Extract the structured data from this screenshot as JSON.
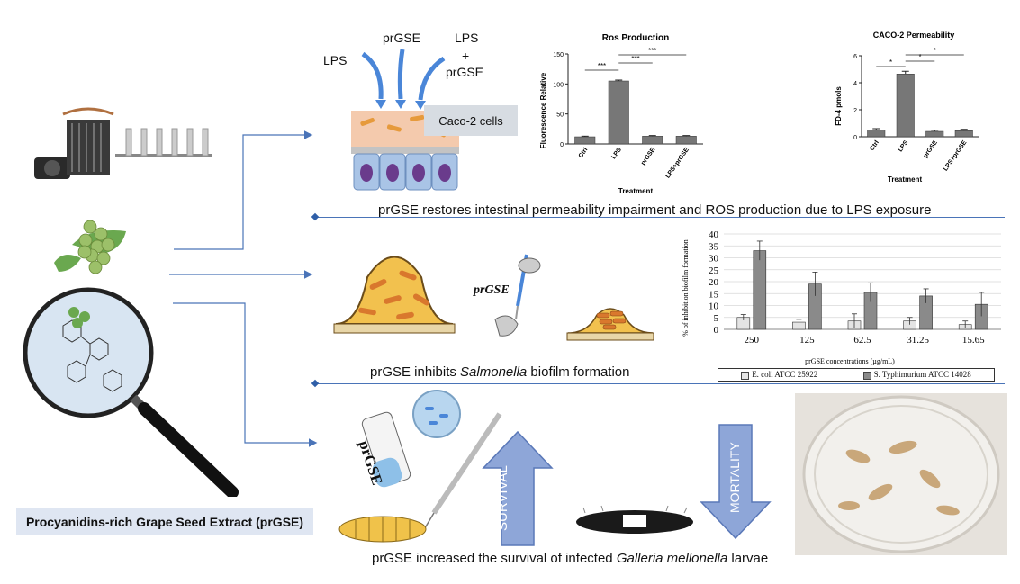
{
  "captions": {
    "row1": "prGSE restores intestinal permeability impairment and ROS production due to LPS exposure",
    "row2_pre": "prGSE inhibits ",
    "row2_em": "Salmonella",
    "row2_post": " biofilm formation",
    "row3_pre": "prGSE increased the survival of infected ",
    "row3_em": "Galleria mellonella",
    "row3_post": " larvae"
  },
  "title_box": "Procyanidins-rich Grape Seed Extract (prGSE)",
  "labels": {
    "lps": "LPS",
    "prgse": "prGSE",
    "lps_plus": "LPS",
    "plus": "+",
    "lps_plus_prgse": "prGSE",
    "caco_cells": "Caco-2 cells",
    "prgse_pipette": "prGSE",
    "prgse_tube": "prGSE",
    "survival": "SURVIVAL",
    "mortality": "MORTALITY"
  },
  "colors": {
    "arrow_blue": "#4a74b8",
    "bar_gray": "#7a7a7a",
    "biofilm_yellow": "#f2c14e",
    "bacteria_orange": "#d9782d",
    "updown_arrow": "#8ea6d8"
  },
  "chart_data": [
    {
      "type": "bar",
      "title": "Ros Production",
      "xlabel": "Treatment",
      "ylabel": "Fluorescence Relative",
      "categories": [
        "Ctrl",
        "LPS",
        "prGSE",
        "LPS+prGSE"
      ],
      "values": [
        12,
        105,
        13,
        13
      ],
      "errors": [
        1,
        1.5,
        1,
        1
      ],
      "ylim": [
        0,
        150
      ],
      "yticks": [
        "0",
        "50",
        "100",
        "150"
      ],
      "significance": [
        "***",
        "***",
        "***"
      ]
    },
    {
      "type": "bar",
      "title": "CACO-2 Permeability",
      "xlabel": "Treatment",
      "ylabel": "FD-4 pmols",
      "categories": [
        "Ctrl",
        "LPS",
        "prGSE",
        "LPS+prGSE"
      ],
      "values": [
        0.5,
        4.65,
        0.4,
        0.45
      ],
      "errors": [
        0.1,
        0.2,
        0.08,
        0.1
      ],
      "ylim": [
        0,
        6
      ],
      "yticks": [
        "0",
        "2",
        "4",
        "6"
      ],
      "significance": [
        "*",
        "*",
        "*"
      ]
    },
    {
      "type": "bar",
      "title": "",
      "xlabel": "prGSE concentrations (µg/mL)",
      "ylabel": "% of inhibition biofilm formation",
      "categories": [
        "250",
        "125",
        "62.5",
        "31.25",
        "15.65"
      ],
      "ylim": [
        0,
        40
      ],
      "yticks": [
        "0",
        "5",
        "10",
        "15",
        "20",
        "25",
        "30",
        "35",
        "40"
      ],
      "grid": true,
      "legend": "bottom",
      "series": [
        {
          "name": "E. coli ATCC 25922",
          "values": [
            5,
            3,
            3.5,
            3.5,
            2
          ],
          "errors": [
            1.2,
            1.2,
            3,
            1.5,
            1.5
          ],
          "color": "#e4e4e4"
        },
        {
          "name": "S. Typhimurium ATCC 14028",
          "values": [
            33,
            19,
            15.5,
            14,
            10.5
          ],
          "errors": [
            4,
            5,
            4,
            3,
            5
          ],
          "color": "#8a8a8a"
        }
      ]
    }
  ]
}
